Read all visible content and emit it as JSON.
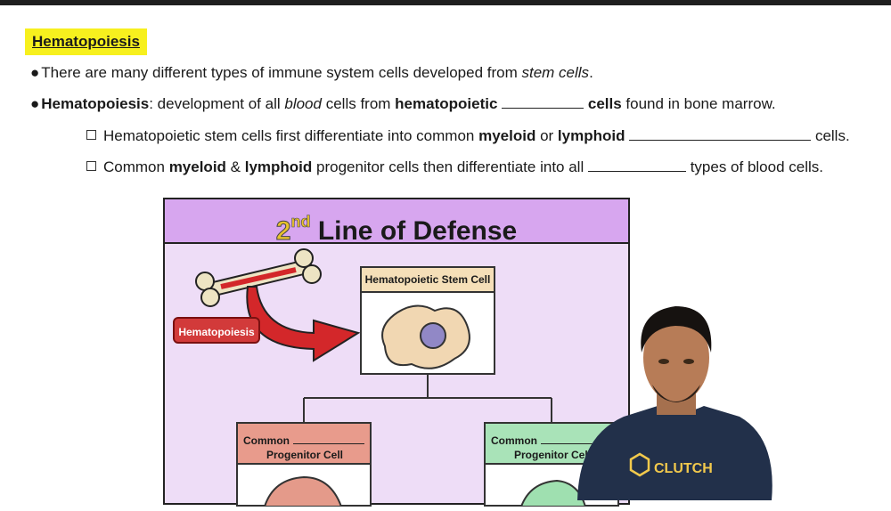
{
  "header": {
    "title": "Hematopoiesis"
  },
  "bullets": [
    {
      "marker": "●",
      "pre": "There are many different types of immune system cells developed from ",
      "em": "stem cells",
      "post": "."
    },
    {
      "marker": "●",
      "bold1": "Hematopoiesis",
      "t1": ": development of all ",
      "em": "blood",
      "t2": " cells from ",
      "bold2": "hematopoietic",
      "bold3": "cells",
      "t3": " found in bone marrow."
    },
    {
      "t1": "Hematopoietic stem cells first differentiate into common ",
      "bold1": "myeloid",
      "t2": " or ",
      "bold2": "lymphoid",
      "t3": " cells."
    },
    {
      "t1": "Common ",
      "bold1": "myeloid",
      "t2": " & ",
      "bold2": "lymphoid",
      "t3": " progenitor cells then differentiate into all ",
      "t4": " types of blood cells."
    }
  ],
  "diagram": {
    "title_num": "2",
    "title_sup": "nd",
    "title_rest": " Line of Defense",
    "hematopoiesis_label": "Hematopoiesis",
    "stem_cell_title": "Hematopoietic Stem Cell",
    "progenitor_left": {
      "line1": "Common",
      "line2": "Progenitor Cell"
    },
    "progenitor_right": {
      "line1": "Common",
      "line2": "Progenitor Cell"
    }
  },
  "presenter": {
    "shirt_logo": "CLUTCH"
  },
  "colors": {
    "highlight": "#f7f01e",
    "diagram_bg": "#eeddf7",
    "diagram_header": "#d7a6ef",
    "arrow_red": "#d3272a",
    "left_progenitor": "#e89b8c",
    "right_progenitor": "#a9e3b8",
    "stem_header": "#f5dfb8"
  }
}
